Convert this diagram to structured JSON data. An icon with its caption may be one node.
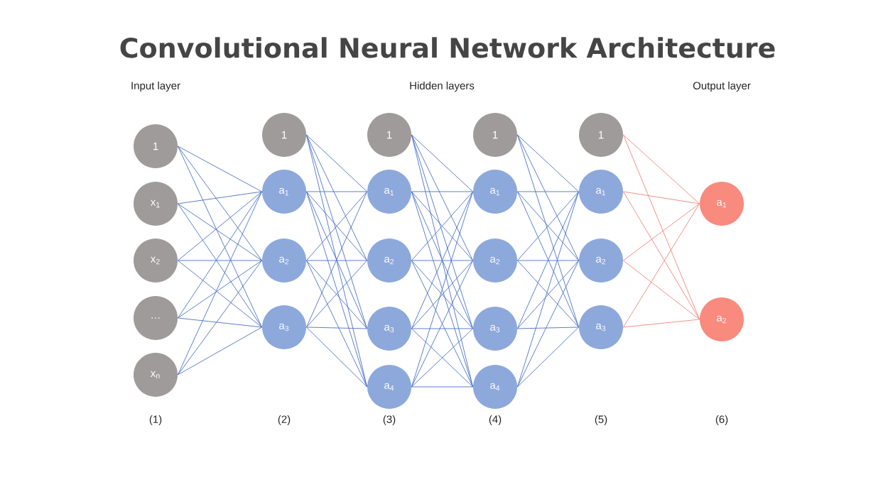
{
  "diagram": {
    "title": "Convolutional Neural Network Architecture",
    "nodes": [
      {
        "text": [
          "1"
        ]
      },
      {
        "text": [
          "x$_{1}$"
        ]
      },
      {
        "text": [
          "x$_{2}$"
        ]
      },
      {
        "text": [
          "…"
        ]
      },
      {
        "text": [
          "x$_{n}$"
        ]
      },
      {
        "text": [
          "1"
        ]
      },
      {
        "text": [
          "a$_{1}$"
        ]
      },
      {
        "text": [
          "a$_{2}$"
        ]
      },
      {
        "text": [
          "a$_{3}$"
        ]
      },
      {
        "text": [
          "1"
        ]
      },
      {
        "text": [
          "a$_{1}$"
        ]
      },
      {
        "text": [
          "a$_{2}$"
        ]
      },
      {
        "text": [
          "a$_{3}$"
        ]
      },
      {
        "text": [
          "a$_{4}$"
        ]
      },
      {
        "text": [
          "1"
        ]
      },
      {
        "text": [
          "a$_{1}$"
        ]
      },
      {
        "text": [
          "a$_{2}$"
        ]
      },
      {
        "text": [
          "a$_{3}$"
        ]
      },
      {
        "text": [
          "a$_{4}$"
        ]
      },
      {
        "text": [
          "1"
        ]
      },
      {
        "text": [
          "a$_{1}$"
        ]
      },
      {
        "text": [
          "a$_{2}$"
        ]
      },
      {
        "text": [
          "a$_{3}$"
        ]
      },
      {
        "text": [
          "a$_{1}$"
        ]
      },
      {
        "text": [
          "a$_{2}$"
        ]
      }
    ],
    "edges": [
      {
        "from": 0,
        "to": 6,
        "arrow": "none"
      },
      {
        "from": 0,
        "to": 7,
        "arrow": "none"
      },
      {
        "from": 0,
        "to": 8,
        "arrow": "none"
      },
      {
        "from": 1,
        "to": 6,
        "arrow": "none"
      },
      {
        "from": 1,
        "to": 7,
        "arrow": "none"
      },
      {
        "from": 1,
        "to": 8,
        "arrow": "none"
      },
      {
        "from": 2,
        "to": 6,
        "arrow": "none"
      },
      {
        "from": 2,
        "to": 7,
        "arrow": "none"
      },
      {
        "from": 2,
        "to": 8,
        "arrow": "none"
      },
      {
        "from": 3,
        "to": 6,
        "arrow": "none"
      },
      {
        "from": 3,
        "to": 7,
        "arrow": "none"
      },
      {
        "from": 3,
        "to": 8,
        "arrow": "none"
      },
      {
        "from": 4,
        "to": 6,
        "arrow": "none"
      },
      {
        "from": 4,
        "to": 7,
        "arrow": "none"
      },
      {
        "from": 4,
        "to": 8,
        "arrow": "none"
      },
      {
        "from": 5,
        "to": 10,
        "arrow": "none"
      },
      {
        "from": 5,
        "to": 11,
        "arrow": "none"
      },
      {
        "from": 5,
        "to": 12,
        "arrow": "none"
      },
      {
        "from": 5,
        "to": 13,
        "arrow": "none"
      },
      {
        "from": 6,
        "to": 10,
        "arrow": "none"
      },
      {
        "from": 6,
        "to": 11,
        "arrow": "none"
      },
      {
        "from": 6,
        "to": 12,
        "arrow": "none"
      },
      {
        "from": 6,
        "to": 13,
        "arrow": "none"
      },
      {
        "from": 7,
        "to": 10,
        "arrow": "none"
      },
      {
        "from": 7,
        "to": 11,
        "arrow": "none"
      },
      {
        "from": 7,
        "to": 12,
        "arrow": "none"
      },
      {
        "from": 7,
        "to": 13,
        "arrow": "none"
      },
      {
        "from": 8,
        "to": 10,
        "arrow": "none"
      },
      {
        "from": 8,
        "to": 11,
        "arrow": "none"
      },
      {
        "from": 8,
        "to": 12,
        "arrow": "none"
      },
      {
        "from": 8,
        "to": 13,
        "arrow": "none"
      },
      {
        "from": 9,
        "to": 15,
        "arrow": "none"
      },
      {
        "from": 9,
        "to": 16,
        "arrow": "none"
      },
      {
        "from": 9,
        "to": 17,
        "arrow": "none"
      },
      {
        "from": 9,
        "to": 18,
        "arrow": "none"
      },
      {
        "from": 10,
        "to": 15,
        "arrow": "none"
      },
      {
        "from": 10,
        "to": 16,
        "arrow": "none"
      },
      {
        "from": 10,
        "to": 17,
        "arrow": "none"
      },
      {
        "from": 10,
        "to": 18,
        "arrow": "none"
      },
      {
        "from": 11,
        "to": 15,
        "arrow": "none"
      },
      {
        "from": 11,
        "to": 16,
        "arrow": "none"
      },
      {
        "from": 11,
        "to": 17,
        "arrow": "none"
      },
      {
        "from": 11,
        "to": 18,
        "arrow": "none"
      },
      {
        "from": 12,
        "to": 15,
        "arrow": "none"
      },
      {
        "from": 12,
        "to": 16,
        "arrow": "none"
      },
      {
        "from": 12,
        "to": 17,
        "arrow": "none"
      },
      {
        "from": 12,
        "to": 18,
        "arrow": "none"
      },
      {
        "from": 13,
        "to": 15,
        "arrow": "none"
      },
      {
        "from": 13,
        "to": 16,
        "arrow": "none"
      },
      {
        "from": 13,
        "to": 17,
        "arrow": "none"
      },
      {
        "from": 13,
        "to": 18,
        "arrow": "none"
      },
      {
        "from": 14,
        "to": 20,
        "arrow": "none"
      },
      {
        "from": 14,
        "to": 21,
        "arrow": "none"
      },
      {
        "from": 14,
        "to": 22,
        "arrow": "none"
      },
      {
        "from": 15,
        "to": 20,
        "arrow": "none"
      },
      {
        "from": 15,
        "to": 21,
        "arrow": "none"
      },
      {
        "from": 15,
        "to": 22,
        "arrow": "none"
      },
      {
        "from": 16,
        "to": 20,
        "arrow": "none"
      },
      {
        "from": 16,
        "to": 21,
        "arrow": "none"
      },
      {
        "from": 16,
        "to": 22,
        "arrow": "none"
      },
      {
        "from": 17,
        "to": 20,
        "arrow": "none"
      },
      {
        "from": 17,
        "to": 21,
        "arrow": "none"
      },
      {
        "from": 17,
        "to": 22,
        "arrow": "none"
      },
      {
        "from": 18,
        "to": 20,
        "arrow": "none"
      },
      {
        "from": 18,
        "to": 21,
        "arrow": "none"
      },
      {
        "from": 18,
        "to": 22,
        "arrow": "none"
      },
      {
        "from": 19,
        "to": 23,
        "arrow": "none",
        "color": "#f0857a"
      },
      {
        "from": 19,
        "to": 24,
        "arrow": "none",
        "color": "#f0857a"
      },
      {
        "from": 20,
        "to": 23,
        "arrow": "none",
        "color": "#f0857a"
      },
      {
        "from": 20,
        "to": 24,
        "arrow": "none",
        "color": "#f0857a"
      },
      {
        "from": 21,
        "to": 23,
        "arrow": "none",
        "color": "#f0857a"
      },
      {
        "from": 21,
        "to": 24,
        "arrow": "none",
        "color": "#f0857a"
      },
      {
        "from": 22,
        "to": 23,
        "arrow": "none",
        "color": "#f0857a"
      },
      {
        "from": 22,
        "to": 24,
        "arrow": "none",
        "color": "#f0857a"
      }
    ],
    "labels": [
      "Input layer",
      "Hidden layers",
      "Output layer",
      "(1)",
      "(2)",
      "(3)",
      "(4)",
      "(5)",
      "(6)"
    ]
  }
}
